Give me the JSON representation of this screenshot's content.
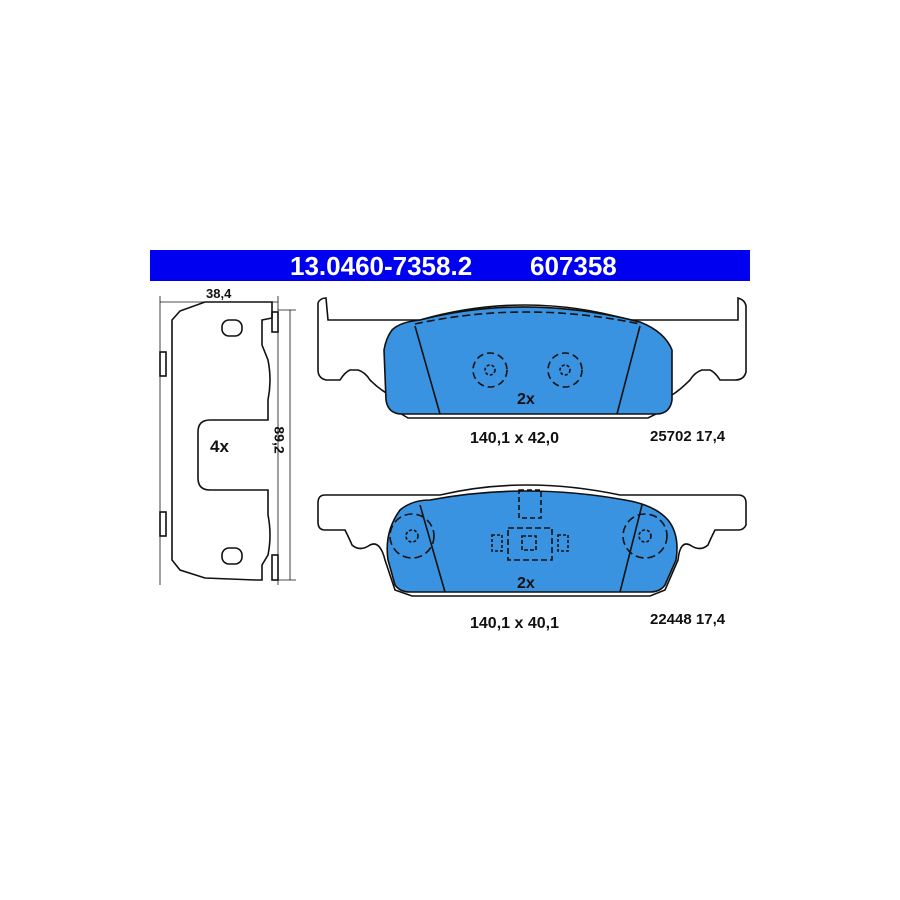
{
  "header": {
    "part_number": "13.0460-7358.2",
    "ref_number": "607358",
    "color": "#0000f0"
  },
  "clip": {
    "width_dim": "38,4",
    "height_dim": "89,2",
    "quantity": "4x"
  },
  "pads": [
    {
      "quantity": "2x",
      "dimensions": "140,1 x 42,0",
      "code": "25702 17,4"
    },
    {
      "quantity": "2x",
      "dimensions": "140,1 x 40,1",
      "code": "22448 17,4"
    }
  ],
  "colors": {
    "friction": "#3a93e0",
    "line": "#111111"
  }
}
